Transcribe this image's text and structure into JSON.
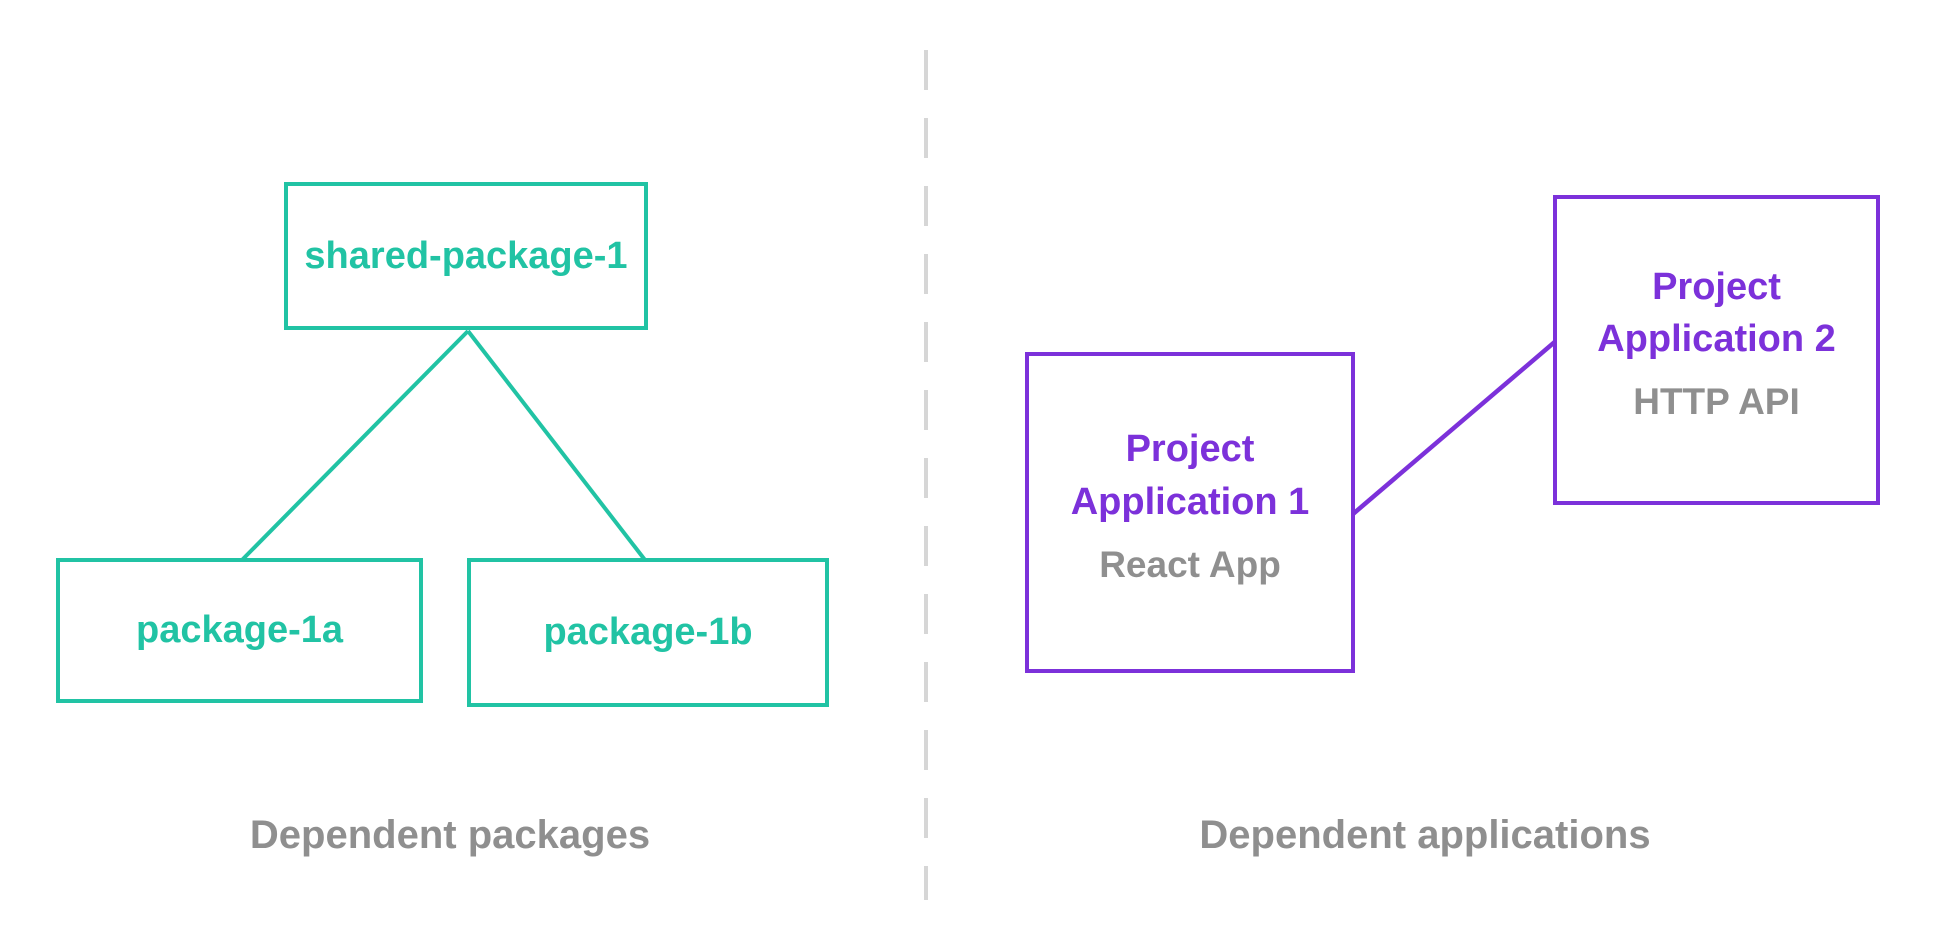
{
  "palette": {
    "teal": "#21c3a4",
    "purple": "#7c31da",
    "label_gray": "#8f8f8f",
    "divider_gray": "#d6d6d6",
    "background": "#ffffff"
  },
  "left_panel": {
    "caption": "Dependent packages",
    "shared_package": {
      "label": "shared-package-1"
    },
    "package_a": {
      "label": "package-1a"
    },
    "package_b": {
      "label": "package-1b"
    }
  },
  "right_panel": {
    "caption": "Dependent applications",
    "app1": {
      "title": "Project Application 1",
      "subtitle": "React App"
    },
    "app2": {
      "title": "Project Application 2",
      "subtitle": "HTTP API"
    }
  }
}
